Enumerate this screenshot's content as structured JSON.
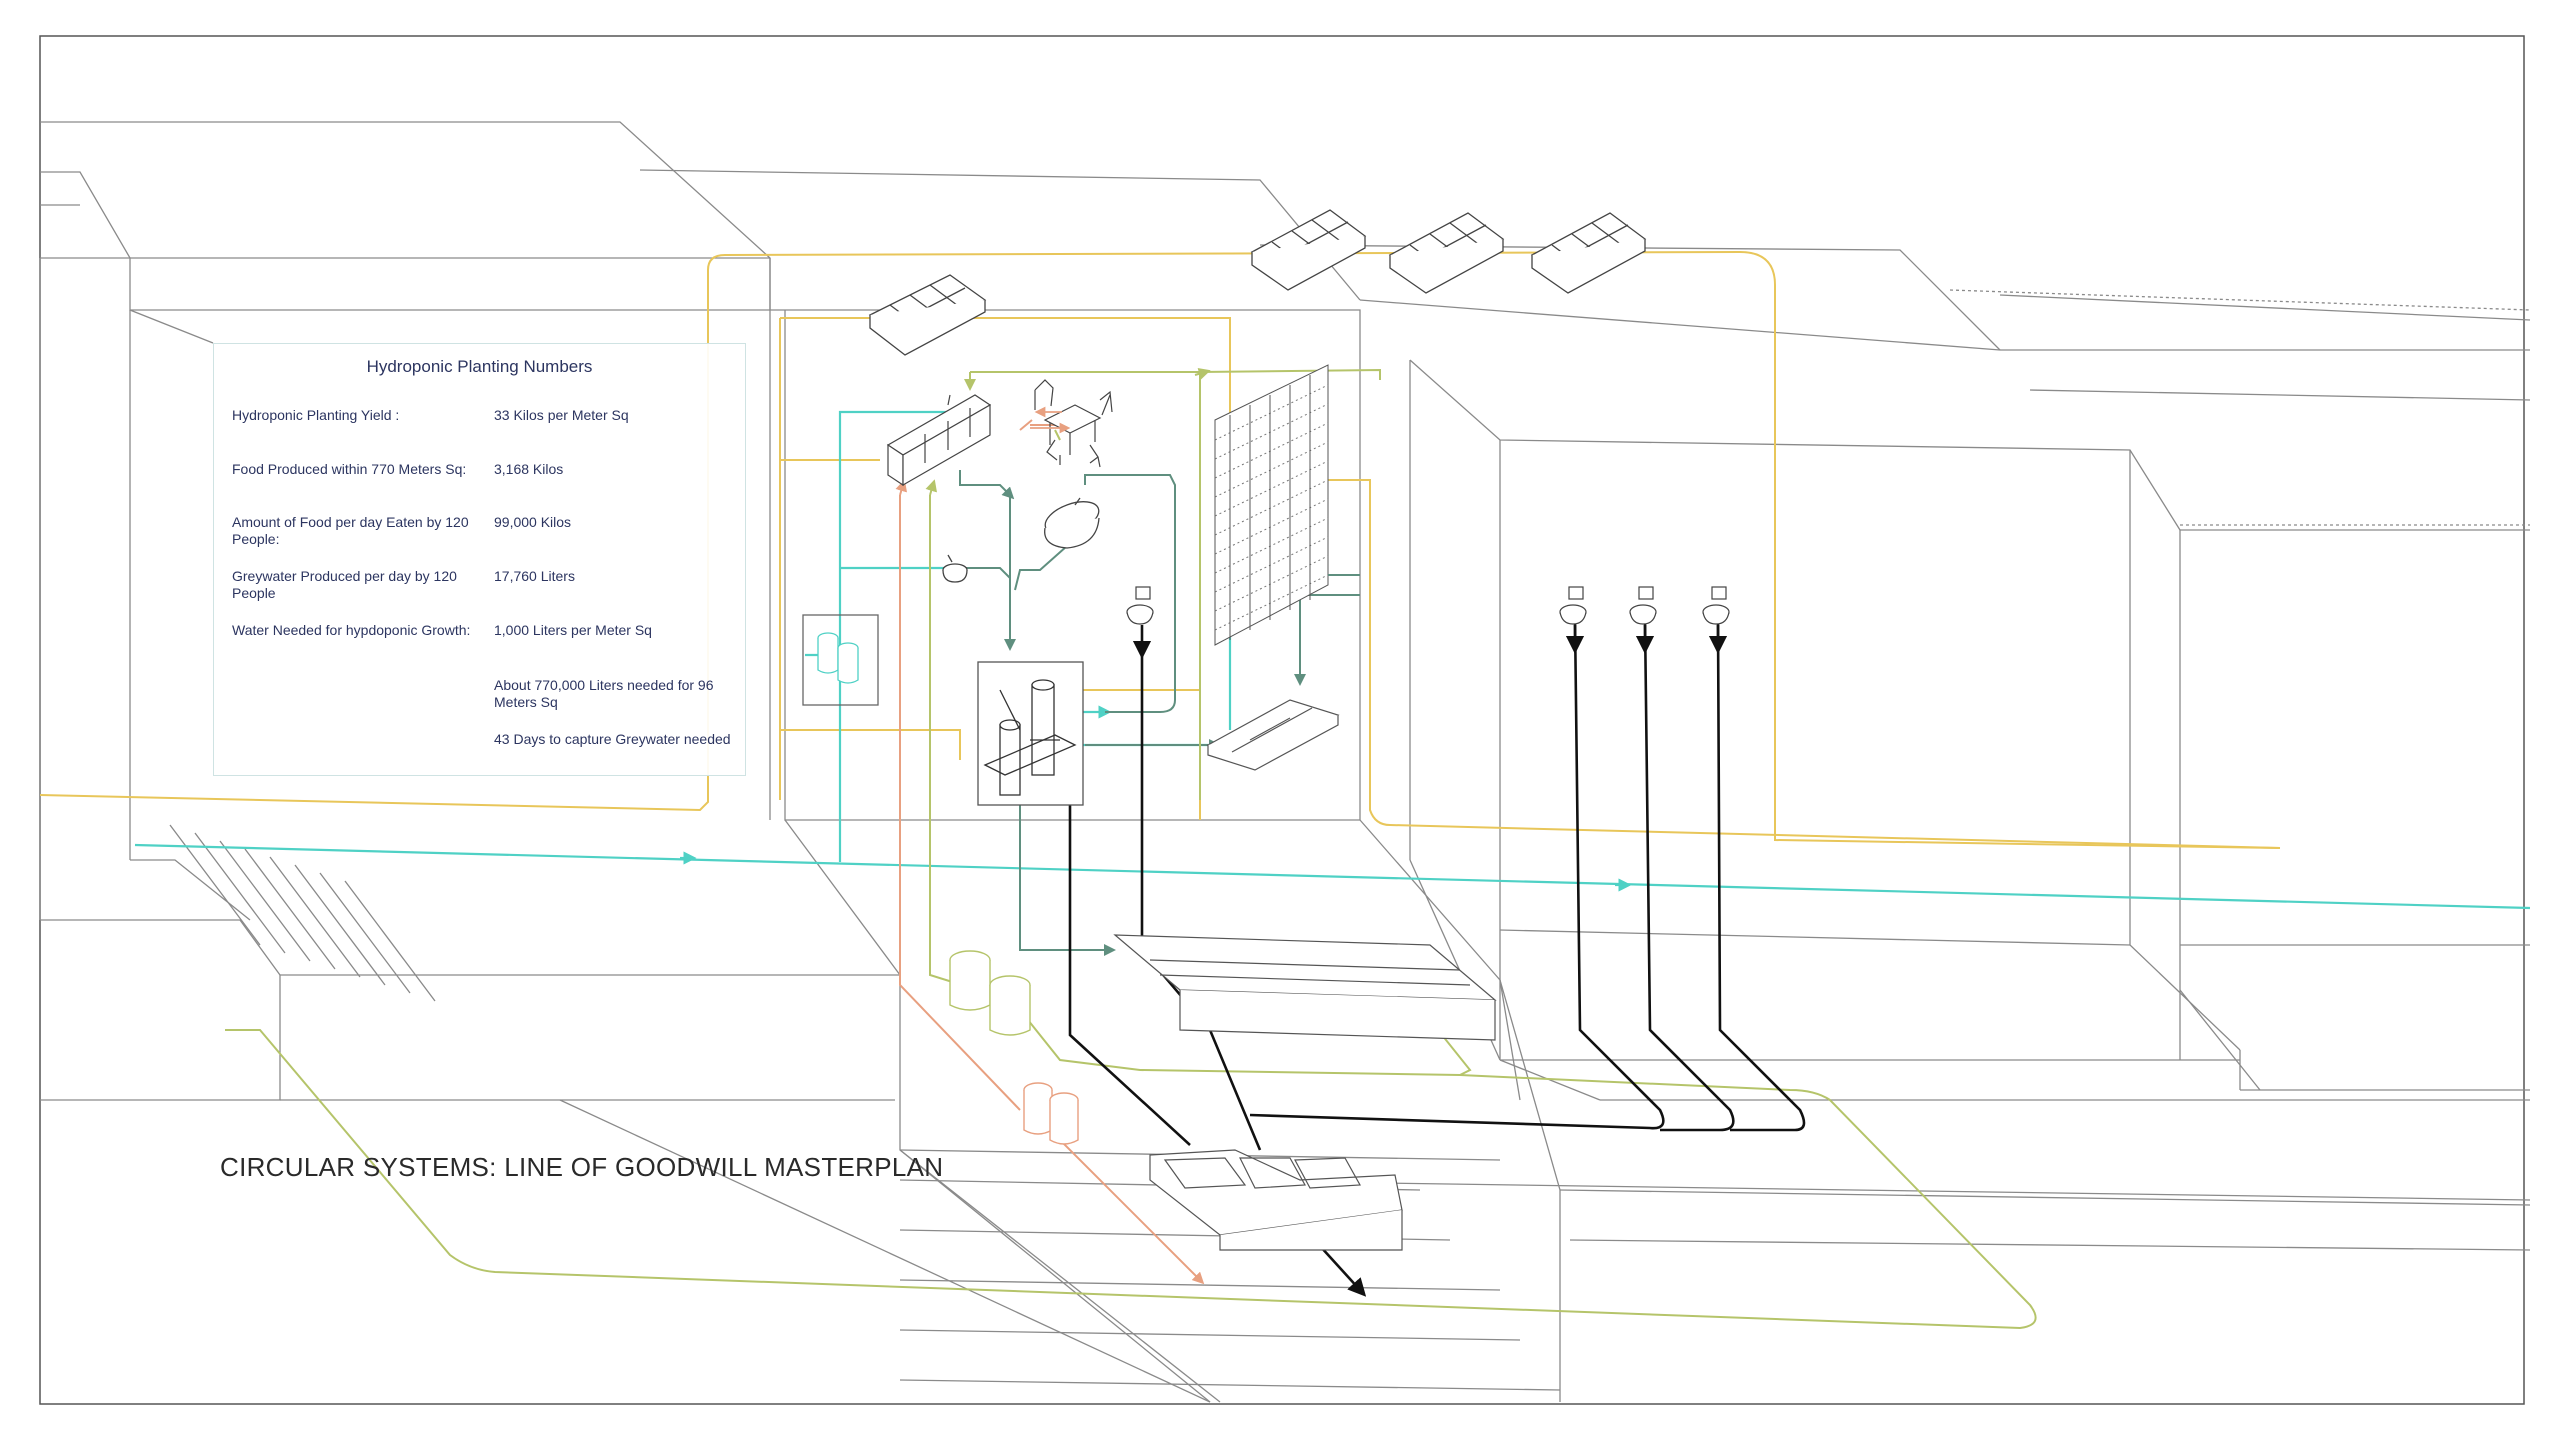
{
  "title": "CIRCULAR SYSTEMS: LINE OF GOODWILL MASTERPLAN",
  "panel": {
    "heading": "Hydroponic Planting Numbers",
    "rows": [
      {
        "label": "Hydroponic Planting Yield :",
        "value": "33 Kilos per Meter Sq"
      },
      {
        "label": "Food Produced within 770 Meters Sq:",
        "value": "3,168 Kilos"
      },
      {
        "label": "Amount of Food per day Eaten by 120 People:",
        "value": "99,000 Kilos"
      },
      {
        "label": "Greywater Produced per day by 120 People",
        "value": "17,760 Liters"
      },
      {
        "label": "Water Needed for hypdoponic Growth:",
        "value": "1,000 Liters per Meter Sq"
      },
      {
        "label": "",
        "value": "About 770,000 Liters needed for 96 Meters Sq"
      },
      {
        "label": "",
        "value": "43 Days to capture Greywater needed"
      }
    ]
  },
  "colors": {
    "solar": "#e8c65a",
    "freshwater": "#4fd1c5",
    "greywater": "#5f8f7f",
    "blackwater": "#111111",
    "irrigation": "#b5c46a",
    "food_waste": "#e8a080",
    "lines": "#8a8a8a"
  },
  "icons": [
    "solar-panel-icon",
    "kitchen-counter-icon",
    "dining-table-icon",
    "bathtub-icon",
    "sink-icon",
    "toilet-icon",
    "green-wall-icon",
    "water-tank-icon",
    "filtration-unit-icon",
    "planter-box-icon",
    "compost-bin-icon"
  ]
}
